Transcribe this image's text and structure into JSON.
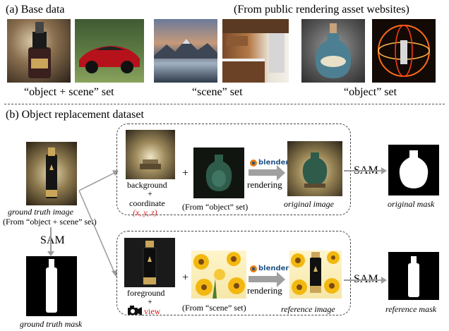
{
  "section_a": {
    "title": "(a)  Base data",
    "source_note": "(From public rendering asset websites)",
    "sets": [
      {
        "label": "“object + scene” set"
      },
      {
        "label": "“scene” set"
      },
      {
        "label": "“object” set"
      }
    ]
  },
  "section_b": {
    "title": "(b)  Object replacement dataset",
    "ground_truth": {
      "caption": "ground truth image",
      "source": "(From “object + scene” set)",
      "sam_label": "SAM",
      "mask_caption": "ground truth mask"
    },
    "top_row": {
      "background_label": "background",
      "plus": "+",
      "coordinate_label": "coordinate",
      "coordinate_value": "(x, y, z)",
      "object_source": "(From “object” set)",
      "blender_label": "blender",
      "rendering_label": "rendering",
      "result_caption": "original image",
      "sam_label": "SAM",
      "mask_caption": "original mask"
    },
    "bottom_row": {
      "foreground_label": "foreground",
      "plus": "+",
      "view_label": "view",
      "scene_source": "(From “scene” set)",
      "blender_label": "blender",
      "rendering_label": "rendering",
      "result_caption": "reference image",
      "sam_label": "SAM",
      "mask_caption": "reference mask"
    }
  },
  "colors": {
    "highlight_red": "#d61a1a",
    "arrow_gray": "#9a9a9a",
    "blender_orange": "#e87d0d",
    "blender_blue": "#265787"
  },
  "icons": [
    "blender-logo-icon",
    "camera-icon"
  ]
}
